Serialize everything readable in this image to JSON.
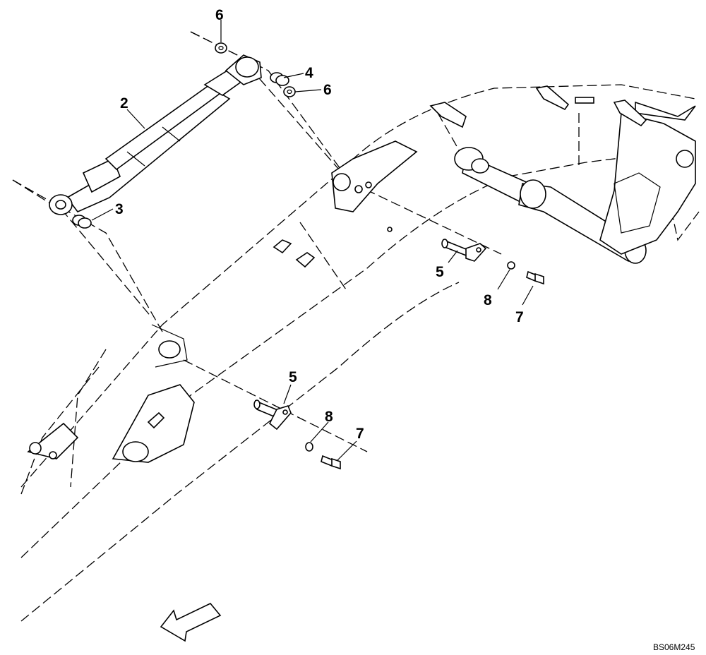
{
  "diagram": {
    "drawing_code": "BS06M245",
    "callouts": [
      {
        "id": "c6-top",
        "label": "6"
      },
      {
        "id": "c4",
        "label": "4"
      },
      {
        "id": "c6-right",
        "label": "6"
      },
      {
        "id": "c2",
        "label": "2"
      },
      {
        "id": "c3",
        "label": "3"
      },
      {
        "id": "c5-upper",
        "label": "5"
      },
      {
        "id": "c8-upper",
        "label": "8"
      },
      {
        "id": "c7-upper",
        "label": "7"
      },
      {
        "id": "c5-lower",
        "label": "5"
      },
      {
        "id": "c8-lower",
        "label": "8"
      },
      {
        "id": "c7-lower",
        "label": "7"
      }
    ],
    "icons": [
      "hydraulic-cylinder-icon",
      "bushing-icon",
      "washer-icon",
      "pin-icon",
      "bolt-icon",
      "direction-arrow-icon"
    ]
  }
}
